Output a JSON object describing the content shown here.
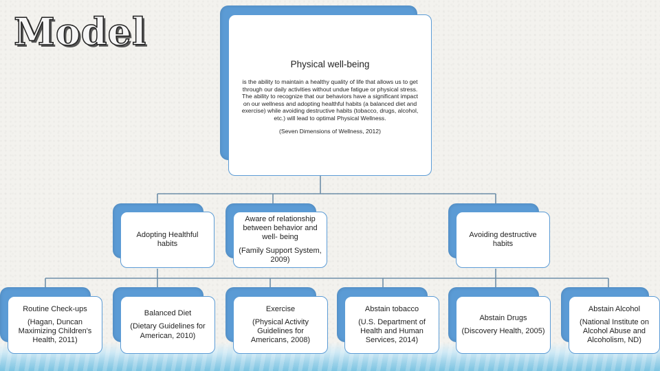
{
  "slide_title": "Model",
  "top_box": {
    "heading": "Physical well-being",
    "body": "is the ability to maintain a healthy quality of life that allows us to get through our daily activities without undue fatigue or physical stress. The ability to recognize that our behaviors have a significant impact on our wellness and adopting healthful habits (a balanced diet and exercise) while avoiding destructive habits (tobacco, drugs, alcohol, etc.) will lead to optimal Physical Wellness.",
    "citation": "(Seven Dimensions of Wellness, 2012)"
  },
  "middle_boxes": {
    "adopting": {
      "label": "Adopting Healthful habits"
    },
    "aware": {
      "label": "Aware of relationship between behavior and well- being",
      "citation": "(Family Support System, 2009)"
    },
    "avoiding": {
      "label": "Avoiding destructive habits"
    }
  },
  "bottom_boxes": {
    "checkups": {
      "label": "Routine Check-ups",
      "citation": "(Hagan, Duncan Maximizing Children's Health, 2011)"
    },
    "diet": {
      "label": "Balanced Diet",
      "citation": "(Dietary Guidelines for American, 2010)"
    },
    "exercise": {
      "label": "Exercise",
      "citation": "(Physical Activity Guidelines for Americans, 2008)"
    },
    "tobacco": {
      "label": "Abstain tobacco",
      "citation": "(U.S. Department of Health and Human Services, 2014)"
    },
    "drugs": {
      "label": "Abstain Drugs",
      "citation": "(Discovery Health, 2005)"
    },
    "alcohol": {
      "label": "Abstain Alcohol",
      "citation": "(National Institute on Alcohol Abuse and Alcoholism, ND)"
    }
  },
  "colors": {
    "accent": "#5b9bd5",
    "box_fill": "#ffffff",
    "connector": "#6d8ea8"
  }
}
